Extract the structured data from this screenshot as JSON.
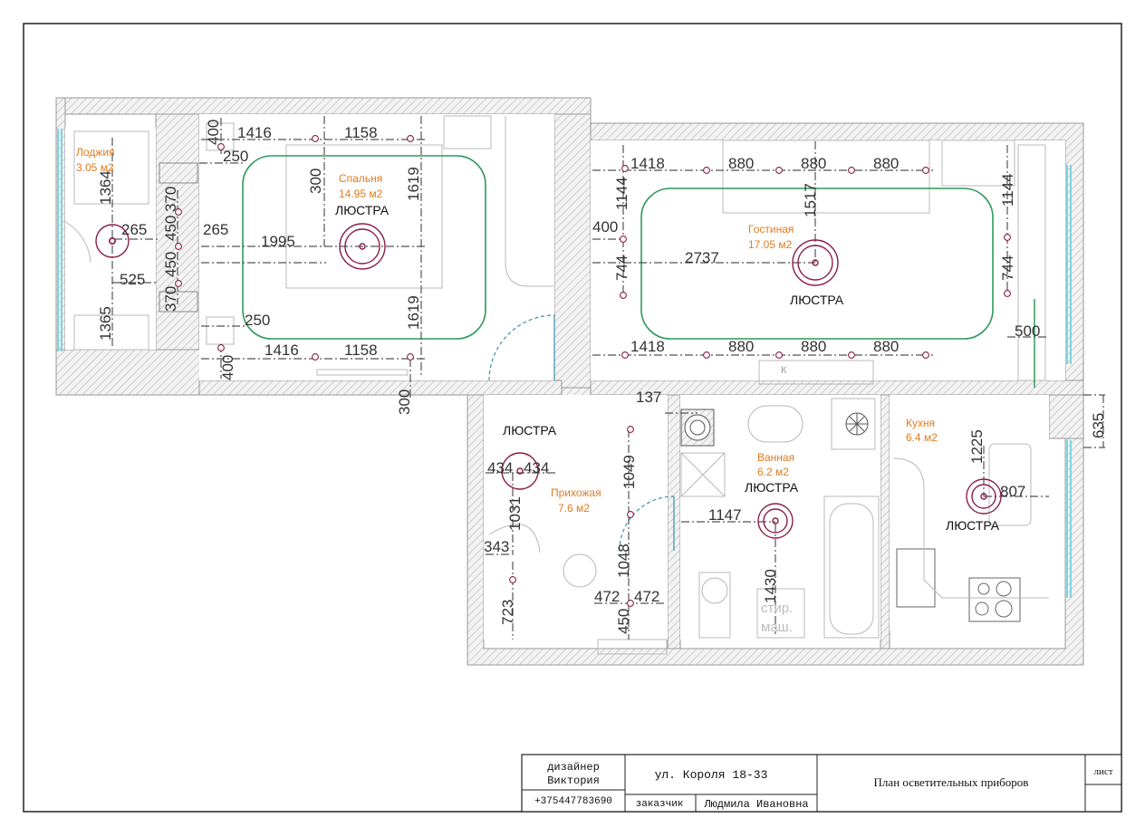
{
  "rooms": [
    {
      "id": "loggia",
      "name": "Лоджия",
      "area": "3.05 м2"
    },
    {
      "id": "bedroom",
      "name": "Спальня",
      "area": "14.95 м2"
    },
    {
      "id": "living",
      "name": "Гостиная",
      "area": "17.05 м2"
    },
    {
      "id": "hall",
      "name": "Прихожая",
      "area": "7.6 м2"
    },
    {
      "id": "bath",
      "name": "Ванная",
      "area": "6.2 м2"
    },
    {
      "id": "kitchen",
      "name": "Кухня",
      "area": "6.4 м2"
    }
  ],
  "fixture_label": "ЛЮСТРА",
  "appliance_labels": {
    "washer_line1": "стир.",
    "washer_line2": "маш.",
    "radiator": "К"
  },
  "dimensions": {
    "bed_top_1416": "1416",
    "bed_top_1158": "1158",
    "bed_400_top": "400",
    "bed_250_top": "250",
    "bed_300": "300",
    "bed_1619_top": "1619",
    "bed_1995": "1995",
    "bed_265_a": "265",
    "bed_265_b": "265",
    "bed_1619_bot": "1619",
    "bed_250_bot": "250",
    "bed_400_bot": "400",
    "bed_bot_1416": "1416",
    "bed_bot_1158": "1158",
    "bed_300_bot": "300",
    "log_1364": "1364",
    "log_525": "525",
    "log_1365": "1365",
    "log_370_top": "370",
    "log_450_top": "450",
    "log_450_bot": "450",
    "log_370_bot": "370",
    "liv_1418_top": "1418",
    "liv_880_t1": "880",
    "liv_880_t2": "880",
    "liv_880_t3": "880",
    "liv_1144_l": "1144",
    "liv_1517": "1517",
    "liv_1144_r": "1144",
    "liv_400": "400",
    "liv_744_l": "744",
    "liv_2737": "2737",
    "liv_744_r": "744",
    "liv_500": "500",
    "liv_1418_bot": "1418",
    "liv_880_b1": "880",
    "liv_880_b2": "880",
    "liv_880_b3": "880",
    "hall_434_a": "434",
    "hall_434_b": "434",
    "hall_1031": "1031",
    "hall_343": "343",
    "hall_723": "723",
    "hall_1049": "1049",
    "hall_1048": "1048",
    "hall_472_a": "472",
    "hall_472_b": "472",
    "hall_450": "450",
    "bath_137": "137",
    "bath_1147": "1147",
    "bath_1430": "1430",
    "kit_1225": "1225",
    "kit_807": "807",
    "kit_635": "635"
  },
  "title_block": {
    "designer_role": "дизайнер",
    "designer_name": "Виктория",
    "phone": "+375447783690",
    "address": "ул. Короля 18-33",
    "client_role": "заказчик",
    "client_name": "Людмила Ивановна",
    "sheet_title": "План осветительных приборов",
    "sheet_label": "лист"
  },
  "colors": {
    "ceiling_contour": "#2e9a5a",
    "fixture": "#8a1c4a",
    "room_label": "#e07b1f",
    "window": "#7fd3e0",
    "wall_hatch": "#c9c9c9"
  }
}
